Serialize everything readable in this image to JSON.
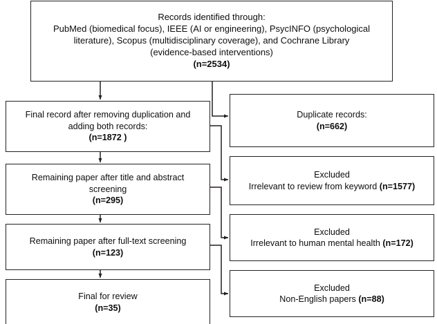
{
  "diagram": {
    "type": "prisma-flow-diagram",
    "stroke_color": "#231f20",
    "background_color": "#ffffff",
    "text_color": "#0d0d0d"
  },
  "identification": {
    "heading": "Records identified through:",
    "sources": "PubMed (biomedical focus), IEEE (AI or engineering), PsycINFO (psychological literature), Scopus (multidisciplinary coverage), and Cochrane Library (evidence-based interventions)",
    "count": "(n=2534)",
    "full_text": "Records identified through:\nPubMed (biomedical focus), IEEE (AI or engineering), PsycINFO (psychological\nliterature), Scopus (multidisciplinary coverage), and Cochrane Library\n(evidence-based interventions)"
  },
  "left_column": [
    {
      "name": "final-record",
      "label": "Final record after removing duplication and\nadding both records:",
      "count": "(n=1872 )"
    },
    {
      "name": "title-abstract-screening",
      "label": "Remaining paper after title and abstract\nscreening",
      "count": "(n=295)"
    },
    {
      "name": "fulltext-screening",
      "label": "Remaining paper after full-text screening",
      "count": "(n=123)"
    },
    {
      "name": "final-for-review",
      "label": "Final for review",
      "count": "(n=35)"
    }
  ],
  "right_column": [
    {
      "name": "duplicate-records",
      "label": "Duplicate records:",
      "count": "(n=662)",
      "inline_count": false
    },
    {
      "name": "excluded-keyword",
      "label": "Excluded",
      "detail": "Irrelevant to review from keyword ",
      "count": "(n=1577)",
      "inline_count": true
    },
    {
      "name": "excluded-mental-health",
      "label": "Excluded",
      "detail": "Irrelevant to human mental health  ",
      "count": "(n=172)",
      "inline_count": true
    },
    {
      "name": "excluded-non-english",
      "label": "Excluded",
      "detail": "Non-English papers ",
      "count": "(n=88)",
      "inline_count": true
    }
  ]
}
